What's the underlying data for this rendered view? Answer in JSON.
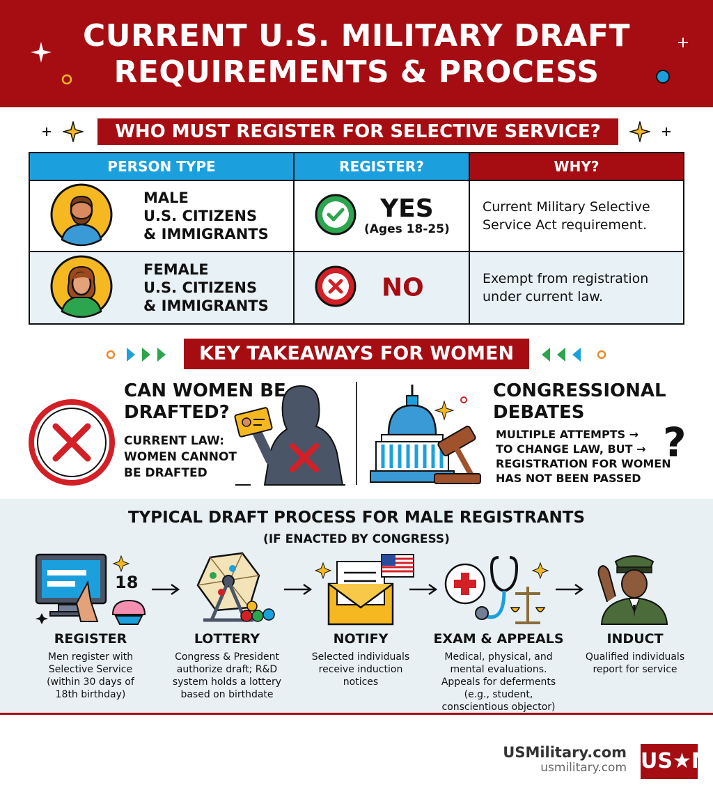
{
  "header": {
    "title_line1": "CURRENT U.S. MILITARY DRAFT",
    "title_line2": "REQUIREMENTS & PROCESS"
  },
  "registration": {
    "section_title": "WHO MUST REGISTER FOR SELECTIVE SERVICE?",
    "columns": [
      "PERSON TYPE",
      "REGISTER?",
      "WHY?"
    ],
    "rows": [
      {
        "person_line1": "MALE",
        "person_line2": "U.S. CITIZENS",
        "person_line3": "& IMMIGRANTS",
        "register": "YES",
        "register_note": "(Ages 18-25)",
        "why_line1": "Current Military Selective",
        "why_line2": "Service Act requirement."
      },
      {
        "person_line1": "FEMALE",
        "person_line2": "U.S. CITIZENS",
        "person_line3": "& IMMIGRANTS",
        "register": "NO",
        "why_line1": "Exempt from registration",
        "why_line2": "under current law."
      }
    ]
  },
  "takeaways": {
    "section_title": "KEY TAKEAWAYS FOR WOMEN",
    "left": {
      "title_line1": "CAN WOMEN BE",
      "title_line2": "DRAFTED?",
      "body_line1": "CURRENT LAW:",
      "body_line2": "WOMEN CANNOT",
      "body_line3": "BE DRAFTED"
    },
    "right": {
      "title_line1": "CONGRESSIONAL",
      "title_line2": "DEBATES",
      "body_line1": "MULTIPLE ATTEMPTS →",
      "body_line2": "TO CHANGE LAW, BUT →",
      "body_line3": "REGISTRATION FOR WOMEN",
      "body_line4": "HAS NOT BEEN PASSED",
      "question_mark": "?"
    }
  },
  "process": {
    "title": "TYPICAL DRAFT PROCESS FOR MALE REGISTRANTS",
    "subtitle": "(IF ENACTED BY CONGRESS)",
    "steps": [
      {
        "title": "REGISTER",
        "desc_line1": "Men register with",
        "desc_line2": "Selective Service",
        "desc_line3": "(within 30 days of",
        "desc_line4": "18th birthday)",
        "icon_text": "18"
      },
      {
        "title": "LOTTERY",
        "desc_line1": "Congress & President",
        "desc_line2": "authorize draft; R&D",
        "desc_line3": "system holds a lottery",
        "desc_line4": "based on birthdate"
      },
      {
        "title": "NOTIFY",
        "desc_line1": "Selected individuals",
        "desc_line2": "receive induction",
        "desc_line3": "notices"
      },
      {
        "title": "EXAM & APPEALS",
        "desc_line1": "Medical, physical, and",
        "desc_line2": "mental evaluations.",
        "desc_line3": "Appeals for deferments",
        "desc_line4": "(e.g., student,",
        "desc_line5": "conscientious objector)"
      },
      {
        "title": "INDUCT",
        "desc_line1": "Qualified individuals",
        "desc_line2": "report for service"
      }
    ]
  },
  "footer": {
    "brand_name": "USMilitary.com",
    "brand_url": "usmilitary.com",
    "logo_text": "US★M"
  },
  "colors": {
    "brand_red": "#a50d12",
    "header_blue": "#1ca0dd",
    "yes_green": "#2da44e",
    "no_red": "#d32027"
  }
}
